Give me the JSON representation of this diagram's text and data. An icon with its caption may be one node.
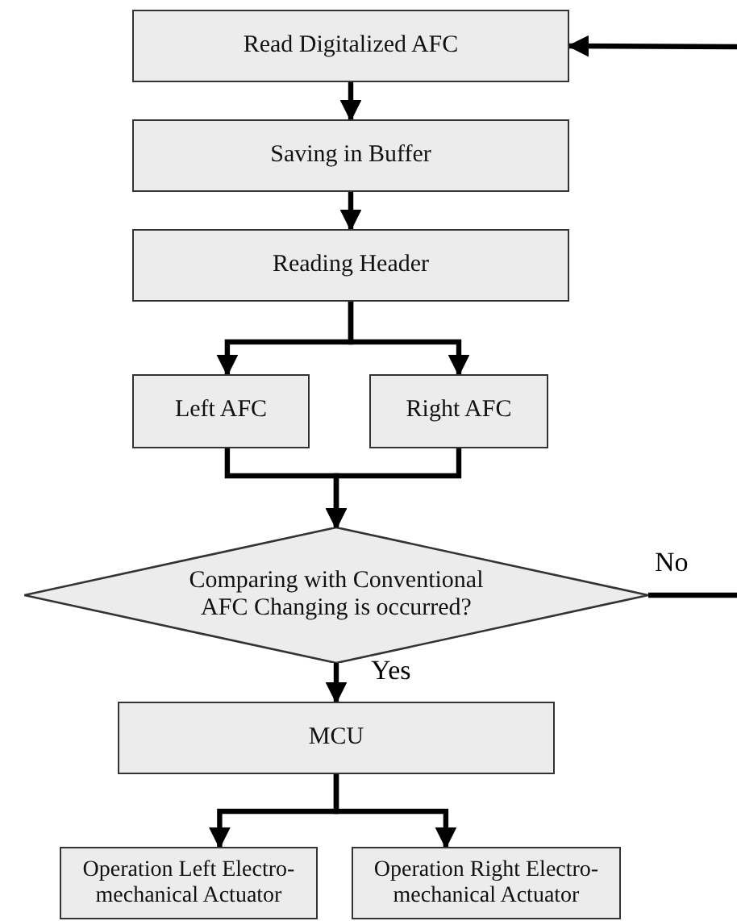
{
  "diagram": {
    "nodes": [
      {
        "text": [
          "Read Digitalized AFC"
        ]
      },
      {
        "text": [
          "Saving in Buffer"
        ]
      },
      {
        "text": [
          "Reading Header"
        ]
      },
      {
        "text": [
          "Left AFC"
        ]
      },
      {
        "text": [
          "Right AFC"
        ]
      },
      {
        "text": [
          "Comparing with Conventional AFC Changing is occurred?"
        ]
      },
      {
        "text": [
          "MCU"
        ]
      },
      {
        "text": [
          "Operation Left Electro-mechanical Actuator"
        ]
      },
      {
        "text": [
          "Operation Right Electro-mechanical Actuator"
        ]
      }
    ],
    "edges": [
      {
        "from": null,
        "to": 0,
        "arrow": "to"
      },
      {
        "from": 0,
        "to": 1,
        "arrow": "to"
      },
      {
        "from": 1,
        "to": 2,
        "arrow": "to"
      },
      {
        "from": 2,
        "to": 3,
        "arrow": "to"
      },
      {
        "from": 2,
        "to": 4,
        "arrow": "to"
      },
      {
        "from": 3,
        "to": 5,
        "arrow": "to"
      },
      {
        "from": 4,
        "to": 5,
        "arrow": "to"
      },
      {
        "from": 5,
        "to": null,
        "label": "No",
        "arrow": "none"
      },
      {
        "from": 5,
        "to": 6,
        "label": "Yes",
        "arrow": "to"
      },
      {
        "from": 6,
        "to": 7,
        "arrow": "to"
      },
      {
        "from": 6,
        "to": 8,
        "arrow": "to"
      }
    ]
  }
}
